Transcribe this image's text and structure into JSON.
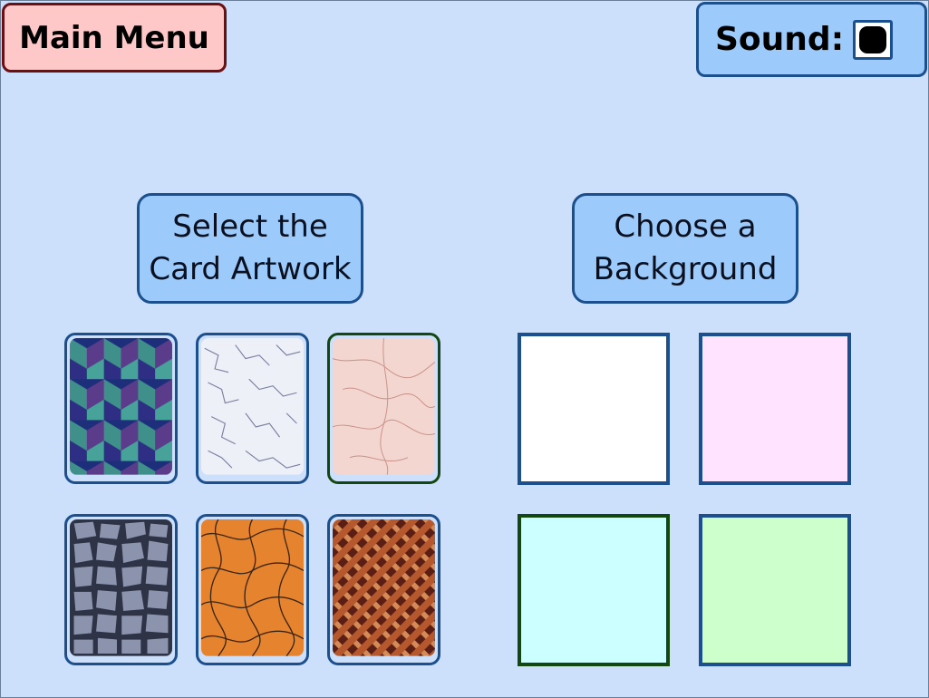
{
  "header": {
    "main_menu_label": "Main Menu",
    "sound_label": "Sound:",
    "sound_enabled": true
  },
  "artwork_section": {
    "title_line1": "Select the",
    "title_line2": "Card Artwork",
    "cards": [
      {
        "name": "blue-cubes",
        "selected": false
      },
      {
        "name": "white-crackle",
        "selected": false
      },
      {
        "name": "pink-marble",
        "selected": true
      },
      {
        "name": "grey-slate",
        "selected": false
      },
      {
        "name": "orange-weave",
        "selected": false
      },
      {
        "name": "brown-wicker",
        "selected": false
      }
    ]
  },
  "background_section": {
    "title_line1": "Choose a",
    "title_line2": "Background",
    "swatches": [
      {
        "color": "#ffffff",
        "selected": false
      },
      {
        "color": "#ffe3ff",
        "selected": false
      },
      {
        "color": "#ccffff",
        "selected": true
      },
      {
        "color": "#ccffcc",
        "selected": false
      }
    ]
  },
  "colors": {
    "page_background": "#cce0fb",
    "panel_blue": "#9ccbfb",
    "border_blue": "#1c4f8e",
    "selected_green": "#134712",
    "main_menu_pink": "#ffc8c8"
  }
}
